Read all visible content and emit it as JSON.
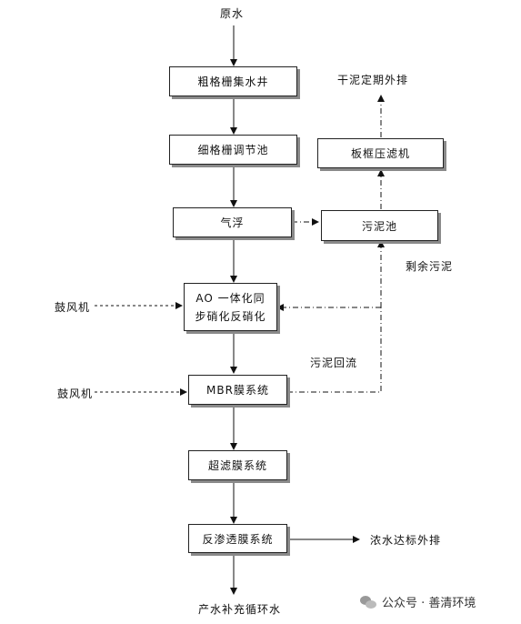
{
  "nodes": {
    "raw_water": "原水",
    "coarse_grid": "粗格栅集水井",
    "fine_grid": "细格栅调节池",
    "air_float": "气浮",
    "ao_line1": "AO 一体化同",
    "ao_line2": "步硝化反硝化",
    "mbr": "MBR膜系统",
    "uf": "超滤膜系统",
    "ro": "反渗透膜系统",
    "product_water": "产水补充循环水",
    "sludge_tank": "污泥池",
    "filter_press": "板框压滤机",
    "dry_sludge": "干泥定期外排",
    "concentrate": "浓水达标外排"
  },
  "labels": {
    "blower1": "鼓风机",
    "blower2": "鼓风机",
    "excess_sludge": "剩余污泥",
    "sludge_return": "污泥回流"
  },
  "watermark": {
    "text": "公众号 · 善清环境"
  }
}
